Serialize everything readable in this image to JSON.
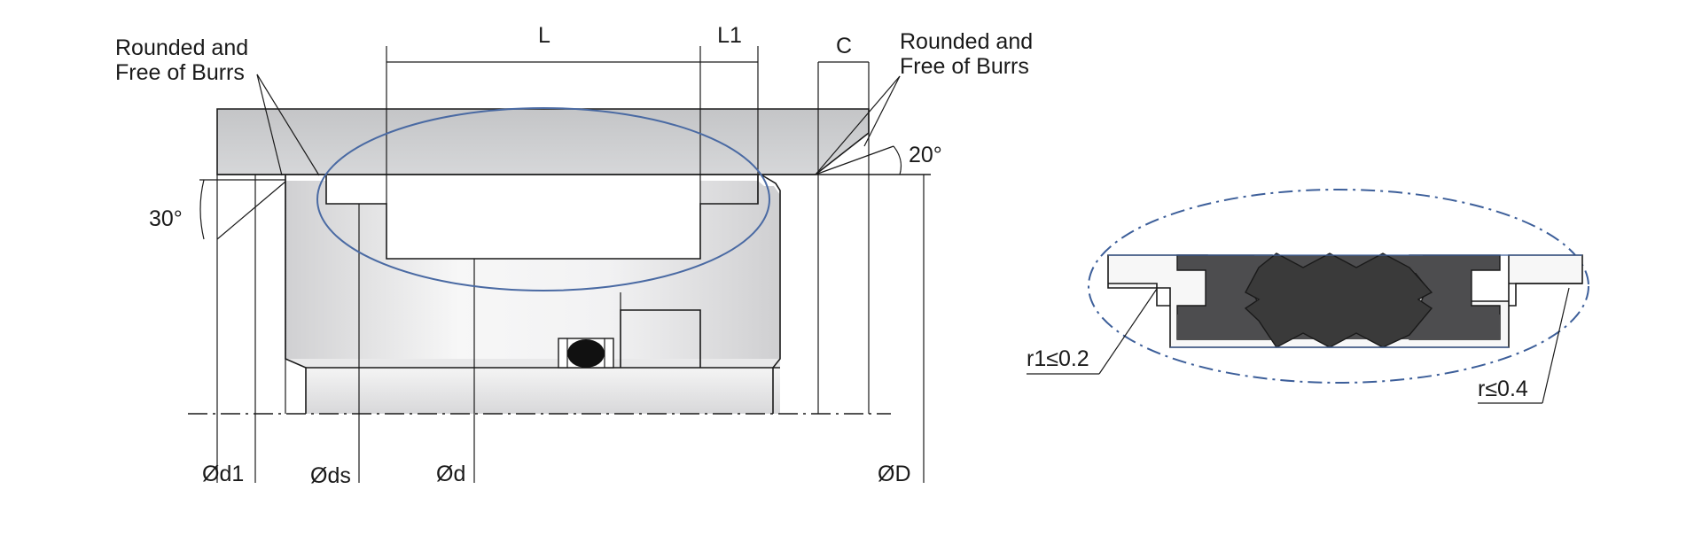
{
  "labels": {
    "burrs_left_line1": "Rounded and",
    "burrs_left_line2": "Free of Burrs",
    "burrs_right_line1": "Rounded and",
    "burrs_right_line2": "Free of Burrs",
    "dim_L": "L",
    "dim_L1": "L1",
    "dim_C": "C",
    "angle_20": "20°",
    "angle_30": "30°",
    "dia_d1": "Ød1",
    "dia_ds": "Øds",
    "dia_d": "Ød",
    "dia_D": "ØD",
    "radius_r1": "r1≤0.2",
    "radius_r": "r≤0.4"
  },
  "colors": {
    "housing": "#c9cacc",
    "rod_light": "#f6f6f6",
    "rod_dark": "#d4d4d6",
    "seal_dark": "#4a4a4a",
    "seal_core": "#3a3a3a",
    "ellipse": "#3d5f9a",
    "line": "#1a1a1a"
  }
}
